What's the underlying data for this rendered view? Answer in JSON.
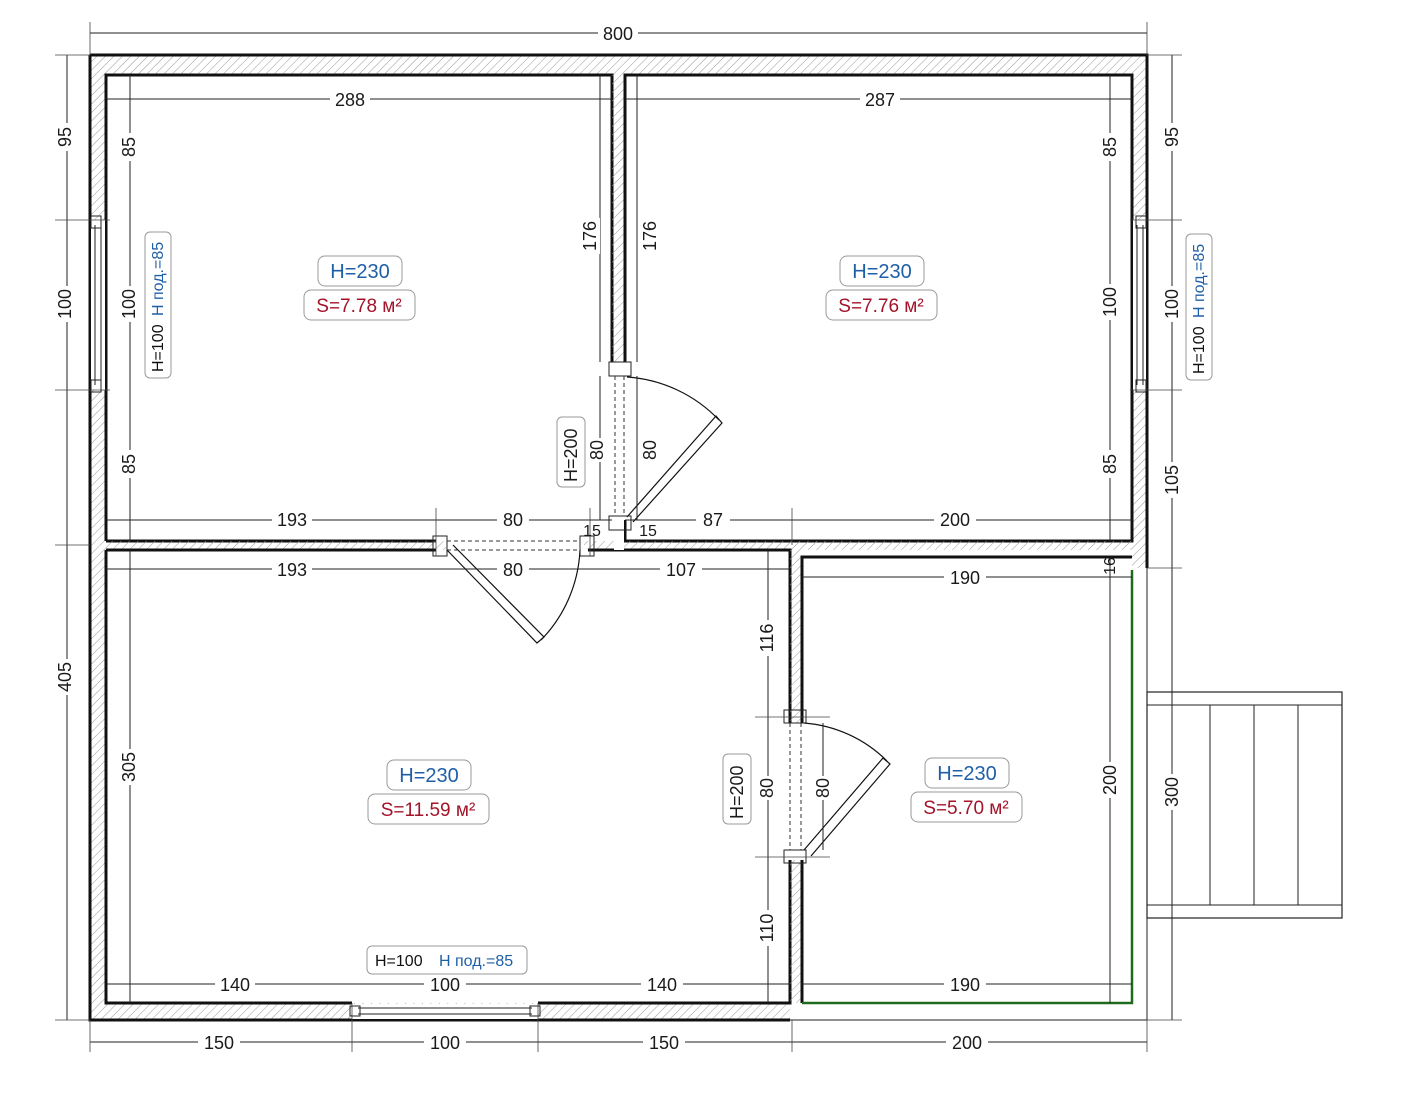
{
  "dims": {
    "top_total": "800",
    "room1_width": "288",
    "room2_width": "287",
    "left_95": "95",
    "left_100": "100",
    "left_405": "405",
    "right_95": "95",
    "right_100": "100",
    "right_105": "105",
    "right_300": "300",
    "r1_85a": "85",
    "r1_100": "100",
    "r1_85b": "85",
    "r2_85a": "85",
    "r2_100": "100",
    "r2_85b": "85",
    "p1_176": "176",
    "p2_176": "176",
    "d1_80a": "80",
    "d1_80b": "80",
    "mid_193a": "193",
    "mid_80a": "80",
    "mid_15a": "15",
    "mid_15b": "15",
    "mid_87": "87",
    "mid_200": "200",
    "low_193": "193",
    "low_80": "80",
    "low_107": "107",
    "r4_190a": "190",
    "r4_16": "16",
    "r4_116": "116",
    "r4_80a": "80",
    "r4_80b": "80",
    "r4_110": "110",
    "r4_200": "200",
    "r4_190b": "190",
    "r3_305": "305",
    "r3_140a": "140",
    "r3_100": "100",
    "r3_140b": "140",
    "bot_150a": "150",
    "bot_100": "100",
    "bot_150b": "150",
    "bot_200": "200"
  },
  "rooms": [
    {
      "height": "H=230",
      "area": "S=7.78 м²"
    },
    {
      "height": "H=230",
      "area": "S=7.76 м²"
    },
    {
      "height": "H=230",
      "area": "S=11.59 м²"
    },
    {
      "height": "H=230",
      "area": "S=5.70 м²"
    }
  ],
  "windows": {
    "left_h": "H=100",
    "left_sill": "H под.=85",
    "right_h": "H=100",
    "right_sill": "H под.=85",
    "bottom_h": "H=100",
    "bottom_sill": "H под.=85"
  },
  "doors": {
    "door1_h": "H=200",
    "door2_h": "H=200"
  },
  "colors": {
    "wall": "#111111",
    "height_text": "#1f5fa8",
    "area_text": "#a3142a",
    "terrace_outline": "#1e6b1e"
  }
}
